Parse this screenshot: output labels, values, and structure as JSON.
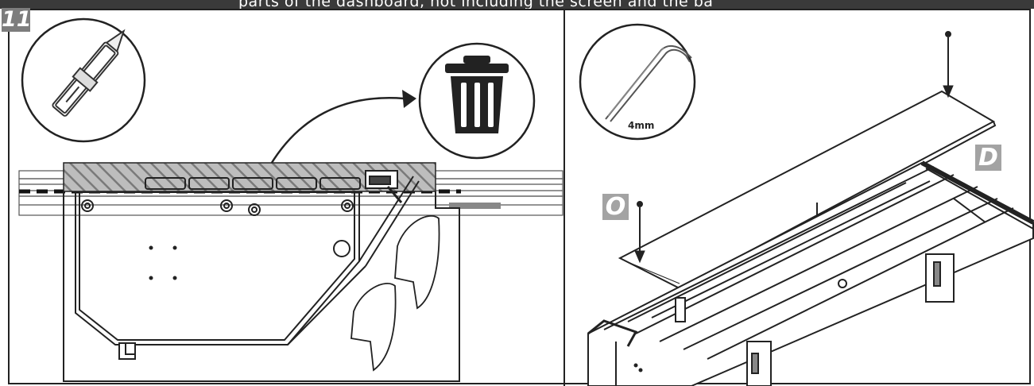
{
  "header": {
    "caption": "parts of the dashboard, not including the screen and the ba",
    "color": "#3a3a3a"
  },
  "step": {
    "number": "11"
  },
  "left_panel": {
    "tool_icon": "utility-knife-icon",
    "discard_icon": "trash-bin-icon"
  },
  "right_panel": {
    "tool_icon": "allen-key-icon",
    "tool_size": "4mm",
    "label_d": "D",
    "label_o": "O"
  },
  "colors": {
    "label_bg": "#a3a3a3",
    "step_bg": "#7d7d7d",
    "line": "#222222"
  }
}
